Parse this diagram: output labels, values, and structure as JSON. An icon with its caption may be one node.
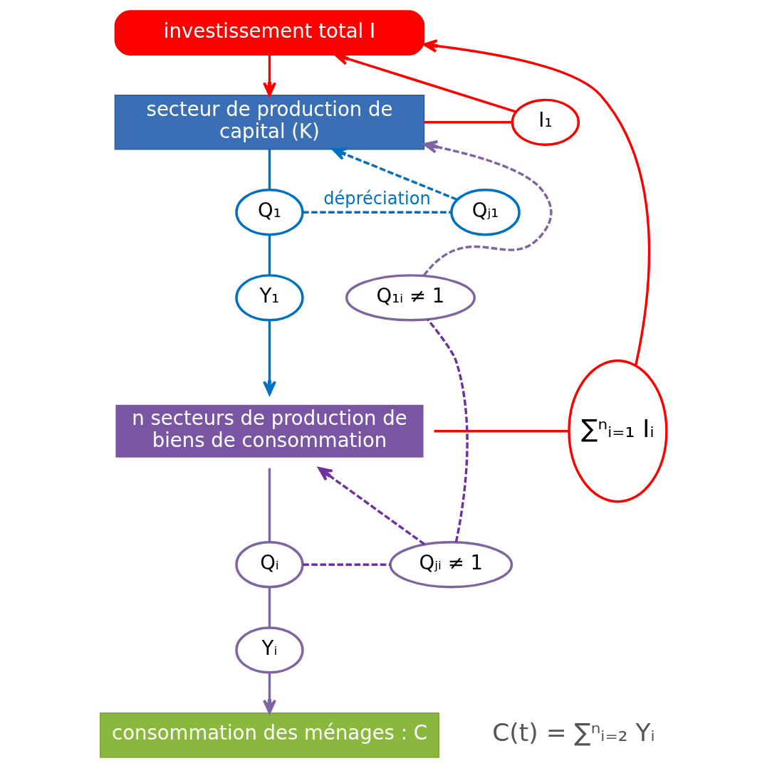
{
  "diagram": {
    "nodes": [
      {
        "text": [
          "investissement total I"
        ]
      },
      {
        "text": [
          "I₁"
        ]
      },
      {
        "text": [
          "secteur de production de capital (K)"
        ]
      },
      {
        "text": [
          "Q₁"
        ]
      },
      {
        "text": [
          "Qⱼ₁"
        ]
      },
      {
        "text": [
          "∑ⁿᵢ₌₁ Iᵢ"
        ]
      },
      {
        "text": [
          "Y₁"
        ]
      },
      {
        "text": [
          "Q₁ᵢ ≠ 1"
        ]
      },
      {
        "text": [
          "n secteurs de production de biens de consommation"
        ]
      },
      {
        "text": [
          "Qᵢ"
        ]
      },
      {
        "text": [
          "Qⱼᵢ ≠ 1"
        ]
      },
      {
        "text": [
          "Yᵢ"
        ]
      },
      {
        "text": [
          "consommation des ménages : C"
        ]
      }
    ],
    "edges": [
      {
        "from": 5,
        "to": 0,
        "arrow": "to",
        "color": "#ff0000"
      },
      {
        "from": 2,
        "to": 1,
        "arrow": "none",
        "color": "#ff0000"
      },
      {
        "from": 1,
        "to": 0,
        "arrow": "to",
        "color": "#ff0000"
      },
      {
        "from": 0,
        "to": 2,
        "arrow": "to",
        "color": "#ff0000"
      },
      {
        "from": 2,
        "to": 3,
        "arrow": "none",
        "color": "#0070c0"
      },
      {
        "from": 3,
        "to": 6,
        "arrow": "none",
        "color": "#0070c0"
      },
      {
        "from": 3,
        "to": 4,
        "arrow": "none",
        "label": "dépréciation",
        "style": "dashed",
        "color": "#0070c0"
      },
      {
        "from": 4,
        "to": 2,
        "arrow": "to",
        "style": "dashed",
        "color": "#0070c0"
      },
      {
        "from": 6,
        "to": 8,
        "arrow": "to",
        "color": "#0070c0"
      },
      {
        "from": 8,
        "to": 5,
        "arrow": "none",
        "color": "#ff0000"
      },
      {
        "from": 7,
        "to": 2,
        "arrow": "to",
        "style": "dashed",
        "color": "#8064a2"
      },
      {
        "from": 8,
        "to": 9,
        "arrow": "none",
        "color": "#8064a2"
      },
      {
        "from": 9,
        "to": 10,
        "arrow": "none",
        "style": "dashed",
        "color": "#7030a0"
      },
      {
        "from": 10,
        "to": 8,
        "arrow": "to",
        "style": "dashed",
        "color": "#7030a0"
      },
      {
        "from": 10,
        "to": 7,
        "arrow": "none",
        "style": "dashed",
        "color": "#7030a0"
      },
      {
        "from": 9,
        "to": 11,
        "arrow": "none",
        "color": "#8064a2"
      },
      {
        "from": 11,
        "to": 12,
        "arrow": "to",
        "color": "#8064a2"
      }
    ],
    "labels": [
      "C(t) = ∑ⁿᵢ₌₂ Yᵢ"
    ]
  }
}
